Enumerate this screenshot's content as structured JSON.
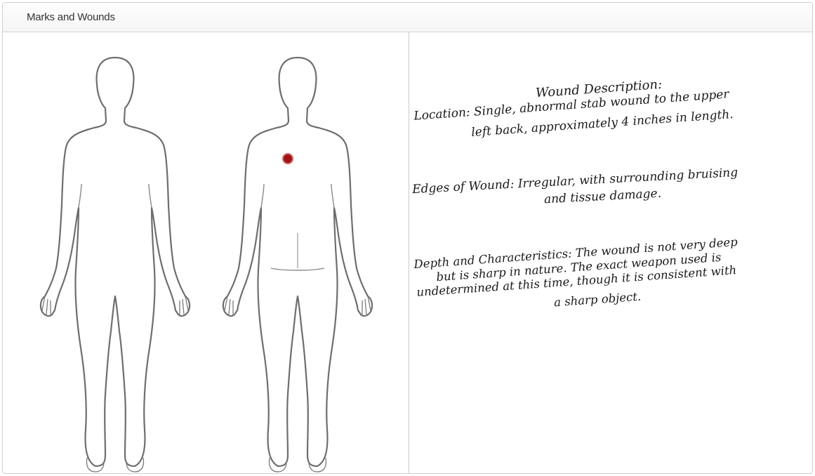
{
  "panel": {
    "title": "Marks and Wounds"
  },
  "diagram": {
    "views": [
      "front-view",
      "back-view"
    ],
    "wound_marker_color": "#a01414",
    "outline_color": "#6e6e6e"
  },
  "notes": {
    "heading": "Wound Description:",
    "location_line1": "Location: Single, abnormal stab wound to the upper",
    "location_line2": "left back, approximately 4 inches in length.",
    "edges_line1": "Edges of Wound: Irregular, with surrounding bruising",
    "edges_line2": "and tissue damage.",
    "depth_line1": "Depth and Characteristics: The wound is not very deep",
    "depth_line2": "but is sharp in nature. The exact weapon used is",
    "depth_line3": "undetermined at this time, though it is consistent with",
    "depth_line4": "a sharp object."
  }
}
